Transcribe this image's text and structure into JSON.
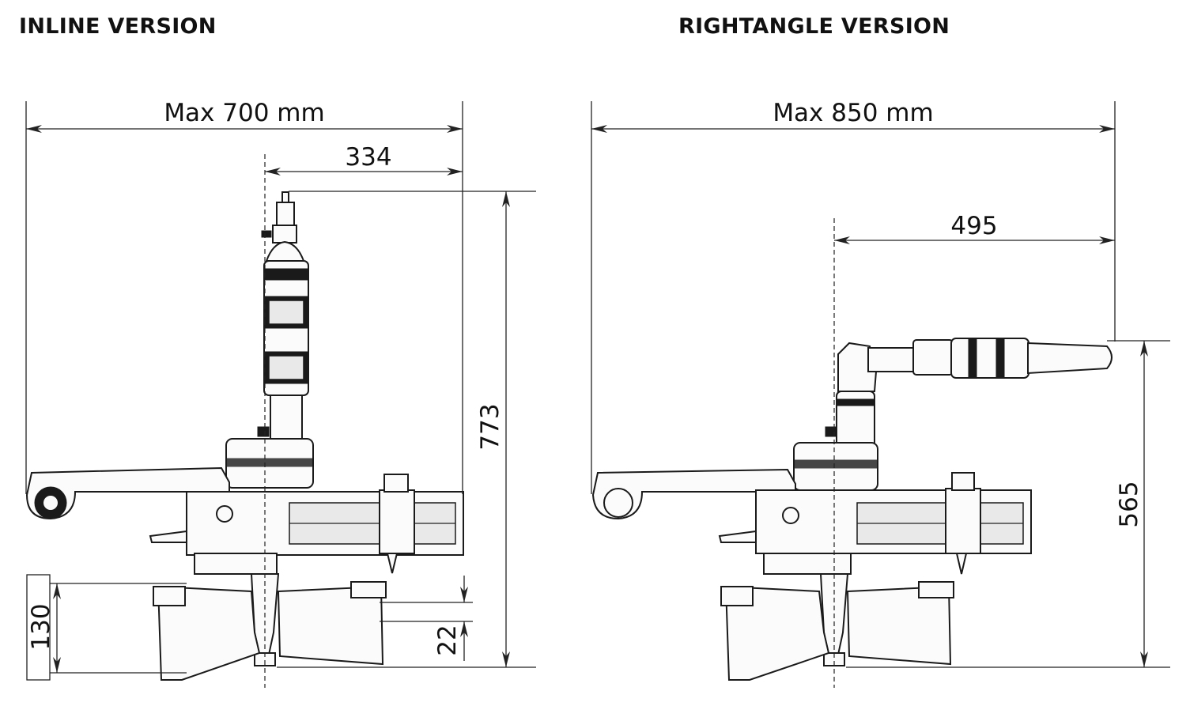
{
  "headings": {
    "inline": "INLINE VERSION",
    "rightangle": "RIGHTANGLE VERSION"
  },
  "inline": {
    "max_width": "Max 700 mm",
    "offset": "334",
    "height": "773",
    "base_height": "130",
    "step": "22"
  },
  "rightangle": {
    "max_width": "Max 850 mm",
    "offset": "495",
    "height": "565"
  }
}
